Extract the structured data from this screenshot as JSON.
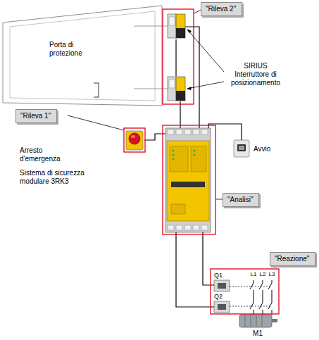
{
  "diagram": {
    "nodes": [
      {
        "text": [
          "\"Rileva 2\""
        ]
      },
      {
        "text": [
          "\"Rileva 1\""
        ]
      },
      {
        "text": [
          "\"Analisi\""
        ]
      },
      {
        "text": [
          "\"Reazione\""
        ]
      }
    ],
    "labels": [
      "Porta di protezione",
      "SIRIUS Interruttore di posizionamento",
      "Arresto d'emergenza",
      "Avvio",
      "Sistema di sicurezza modulare 3RK3",
      "L1",
      "L2",
      "L3",
      "Q1",
      "Q2",
      "M1"
    ]
  }
}
